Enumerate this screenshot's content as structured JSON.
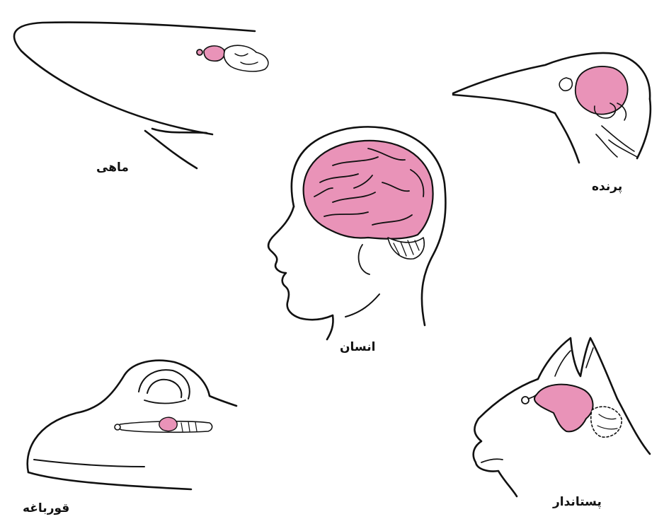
{
  "labels": {
    "fish": "ماهی",
    "bird": "پرنده",
    "human": "انسان",
    "frog": "قورباغه",
    "mammal": "پستاندار"
  },
  "colors": {
    "brain": "#e993b8",
    "line": "#111111",
    "background": "#ffffff"
  }
}
